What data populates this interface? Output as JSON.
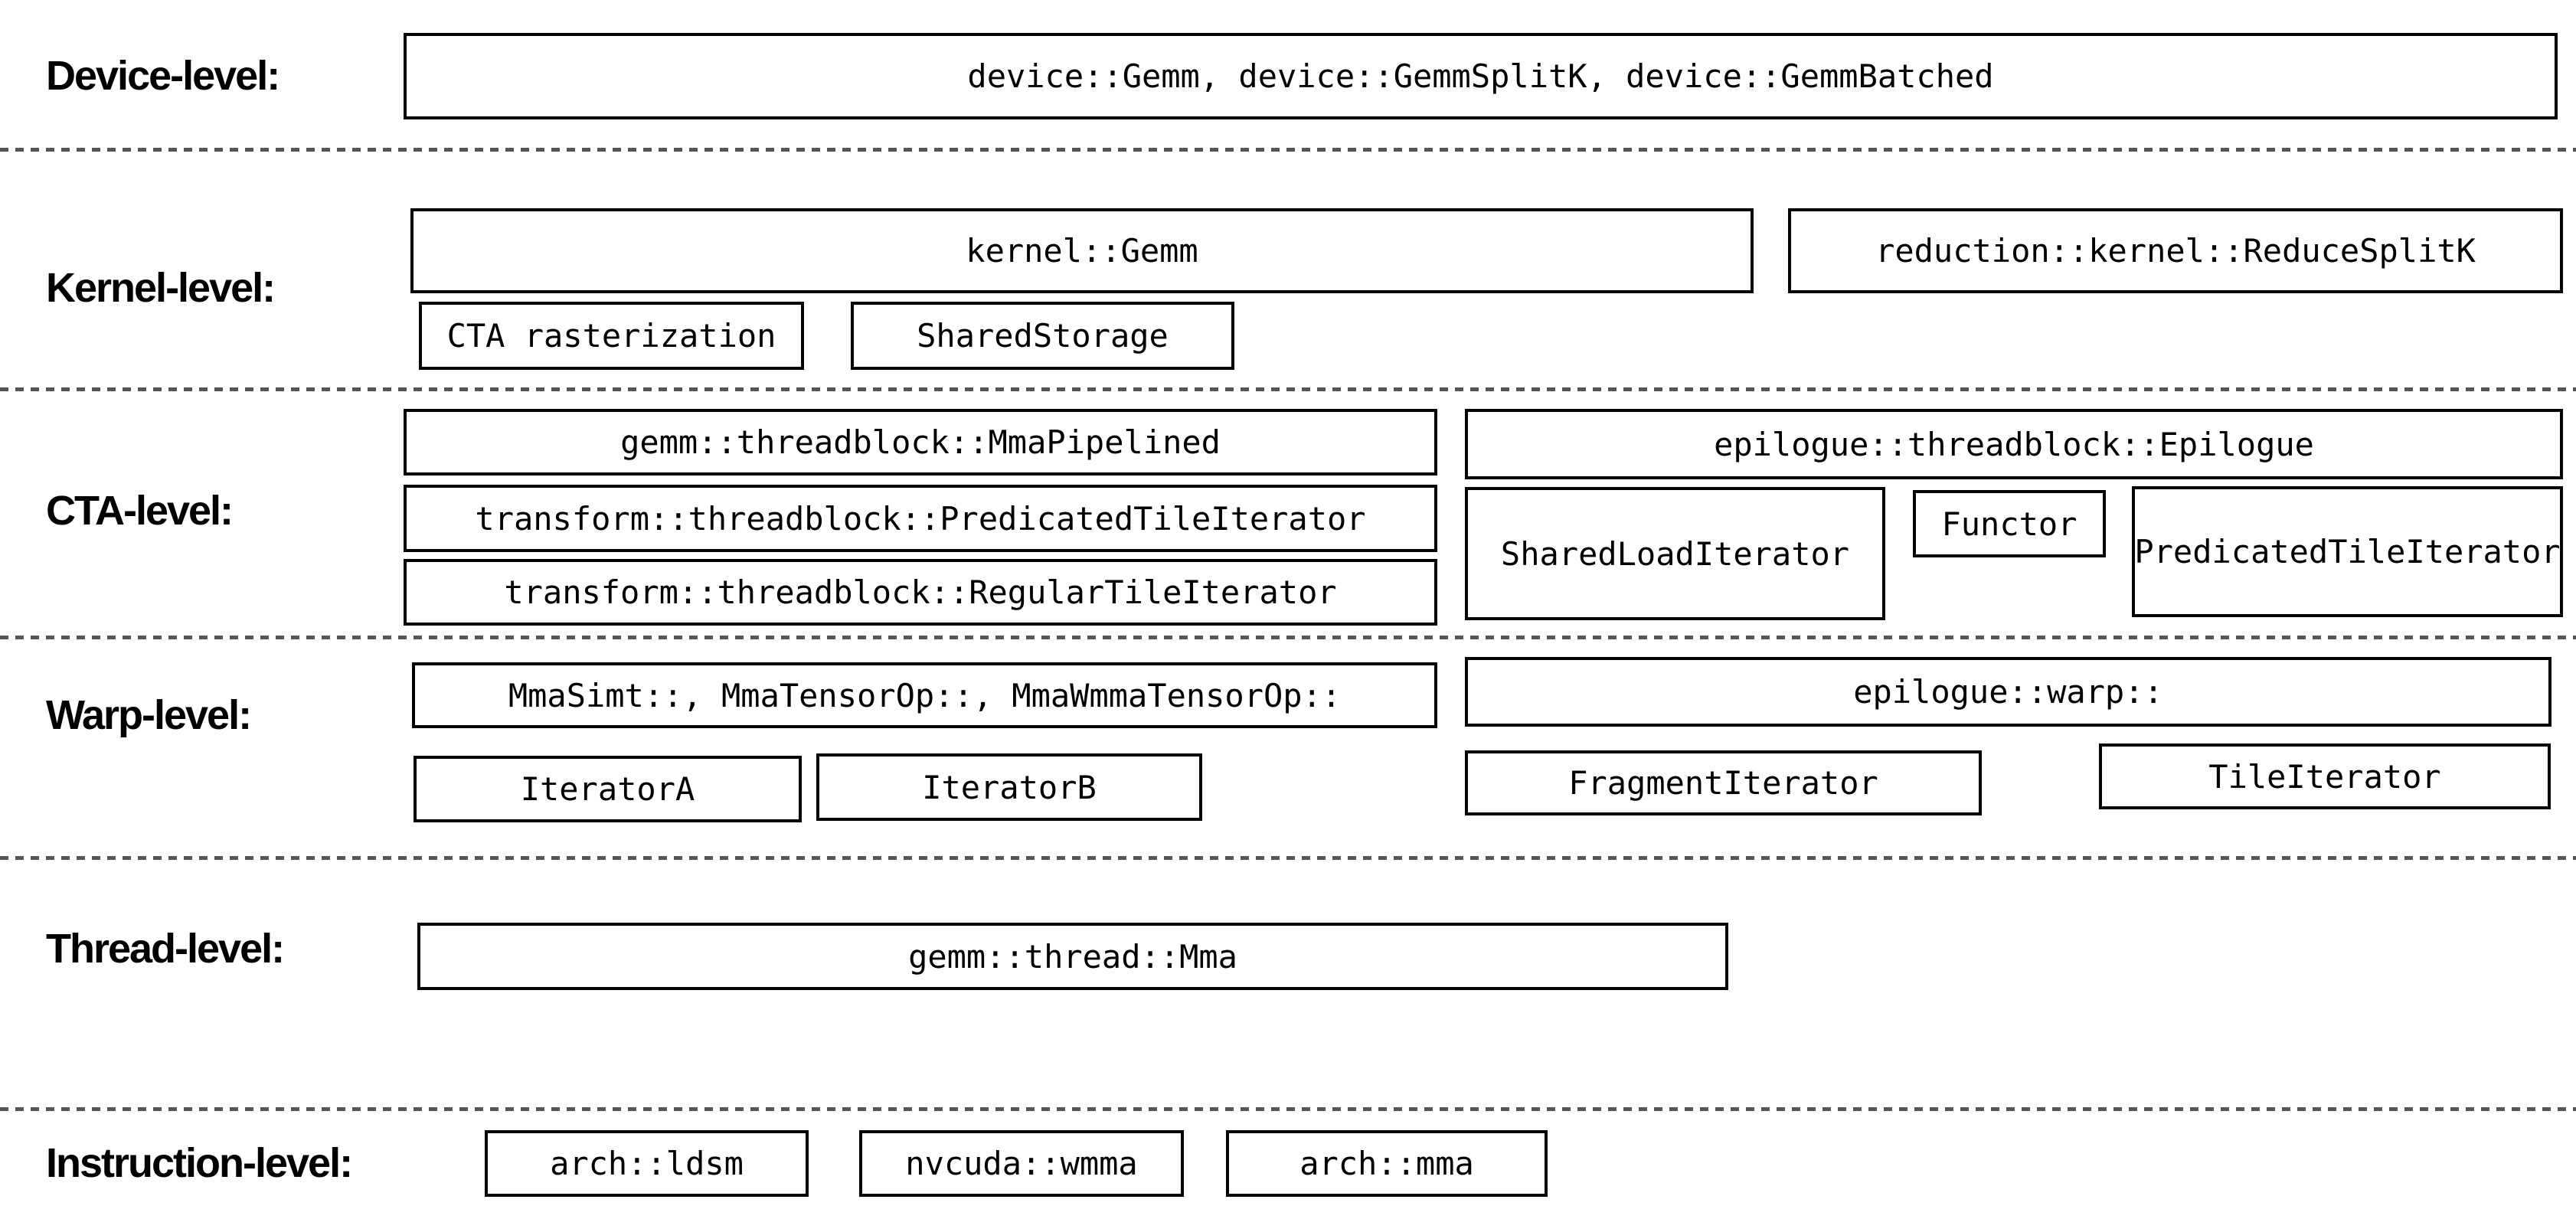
{
  "colors": {
    "background": "#ffffff",
    "box_border": "#000000",
    "text": "#000000",
    "divider": "#555555"
  },
  "levels": {
    "device": {
      "label": "Device-level:",
      "main_box": "device::Gemm, device::GemmSplitK, device::GemmBatched"
    },
    "kernel": {
      "label": "Kernel-level:",
      "gemm_box": "kernel::Gemm",
      "reduce_box": "reduction::kernel::ReduceSplitK",
      "cta_rasterization_box": "CTA rasterization",
      "shared_storage_box": "SharedStorage"
    },
    "cta": {
      "label": "CTA-level:",
      "mma_pipelined_box": "gemm::threadblock::MmaPipelined",
      "predicated_tile_iterator_box": "transform::threadblock::PredicatedTileIterator",
      "regular_tile_iterator_box": "transform::threadblock::RegularTileIterator",
      "epilogue_box": "epilogue::threadblock::Epilogue",
      "shared_load_iterator_box": "SharedLoadIterator",
      "functor_box": "Functor",
      "epilogue_predicated_tile_iterator_box": "PredicatedTileIterator"
    },
    "warp": {
      "label": "Warp-level:",
      "mma_box": "MmaSimt::, MmaTensorOp::, MmaWmmaTensorOp::",
      "iterator_a_box": "IteratorA",
      "iterator_b_box": "IteratorB",
      "epilogue_box": "epilogue::warp::",
      "fragment_iterator_box": "FragmentIterator",
      "tile_iterator_box": "TileIterator"
    },
    "thread": {
      "label": "Thread-level:",
      "mma_box": "gemm::thread::Mma"
    },
    "instruction": {
      "label": "Instruction-level:",
      "ldsm_box": "arch::ldsm",
      "wmma_box": "nvcuda::wmma",
      "mma_box": "arch::mma"
    }
  }
}
